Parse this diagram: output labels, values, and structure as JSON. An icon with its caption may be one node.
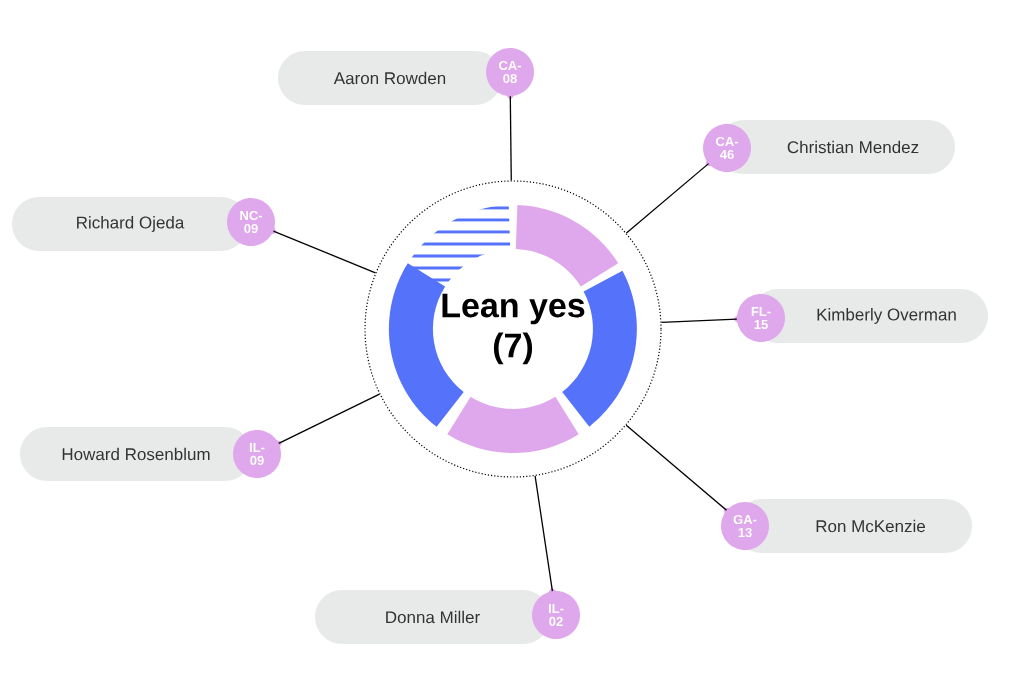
{
  "diagram": {
    "nodes": [
      {
        "text": [
          "Lean yes (7)"
        ]
      },
      {
        "text": [
          "Aaron Rowden"
        ]
      },
      {
        "text": [
          "CA-08"
        ]
      },
      {
        "text": [
          "Christian Mendez"
        ]
      },
      {
        "text": [
          "CA-46"
        ]
      },
      {
        "text": [
          "Richard Ojeda"
        ]
      },
      {
        "text": [
          "NC-09"
        ]
      },
      {
        "text": [
          "Kimberly Overman"
        ]
      },
      {
        "text": [
          "FL-15"
        ]
      },
      {
        "text": [
          "Howard Rosenblum"
        ]
      },
      {
        "text": [
          "IL-09"
        ]
      },
      {
        "text": [
          "Ron McKenzie"
        ]
      },
      {
        "text": [
          "GA-13"
        ]
      },
      {
        "text": [
          "Donna Miller"
        ]
      },
      {
        "text": [
          "IL-02"
        ]
      }
    ],
    "edges": [
      {
        "from": 2,
        "to": 0,
        "arrow": "none"
      },
      {
        "from": 4,
        "to": 0,
        "arrow": "none"
      },
      {
        "from": 6,
        "to": 0,
        "arrow": "none"
      },
      {
        "from": 8,
        "to": 0,
        "arrow": "none"
      },
      {
        "from": 10,
        "to": 0,
        "arrow": "none"
      },
      {
        "from": 12,
        "to": 0,
        "arrow": "none"
      },
      {
        "from": 14,
        "to": 0,
        "arrow": "none"
      }
    ]
  }
}
